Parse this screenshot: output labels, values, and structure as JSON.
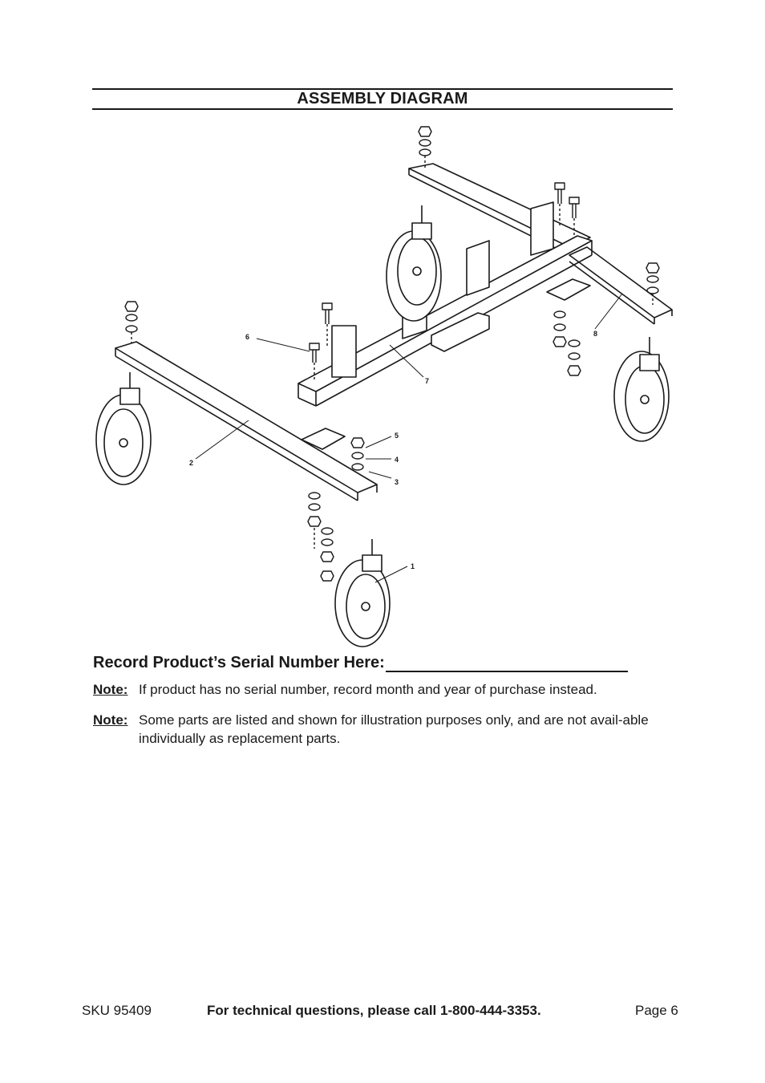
{
  "heading": "ASSEMBLY DIAGRAM",
  "diagram": {
    "part_labels": [
      "1",
      "2",
      "3",
      "4",
      "5",
      "6",
      "7",
      "8"
    ]
  },
  "serial": {
    "label": "Record Product’s Serial Number Here:"
  },
  "notes": [
    {
      "label": "Note:",
      "text": "If product has no serial number, record month and year of purchase instead."
    },
    {
      "label": "Note:",
      "text": "Some parts are listed and shown for illustration purposes only, and are not avail-able individually as replacement parts."
    }
  ],
  "footer": {
    "sku": "SKU 95409",
    "contact": "For technical questions, please call 1-800-444-3353.",
    "page": "Page 6"
  }
}
